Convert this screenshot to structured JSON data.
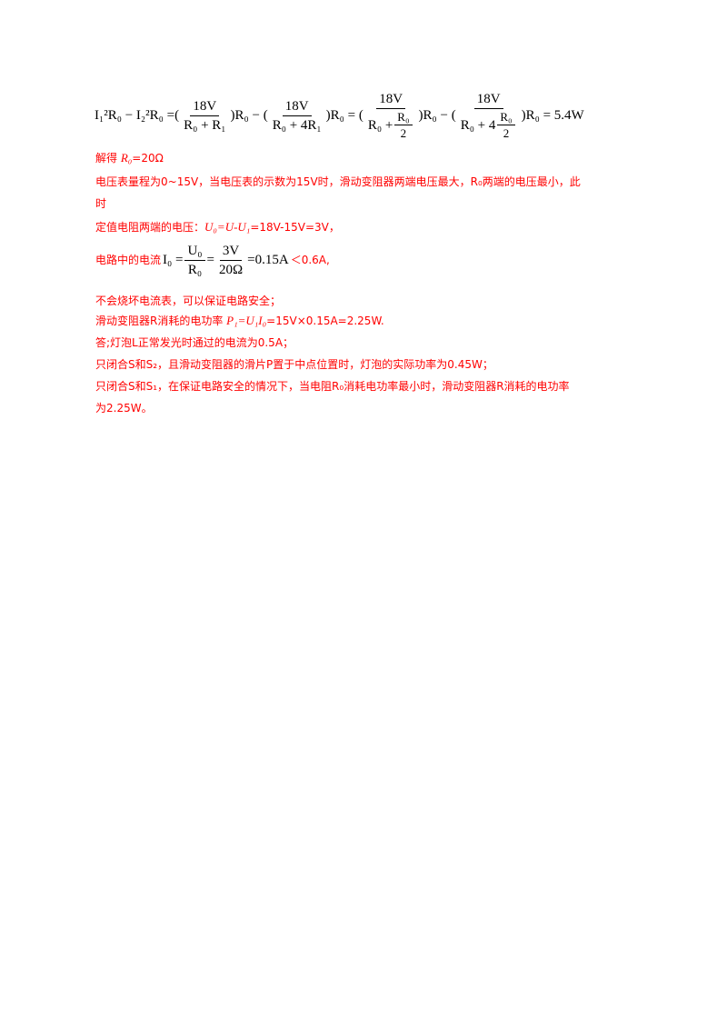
{
  "equation": {
    "lhs": "I₁²R₀ − I₂²R₀ =",
    "t1_num": "18V",
    "t1_den": "R₀ + R₁",
    "t1_tail": ")R₀ − (",
    "t2_num": "18V",
    "t2_den": "R₀ + 4R₁",
    "t2_tail": ")R₀ = (",
    "t3_num": "18V",
    "t3_den_pre": "R₀ +",
    "t3_inner_num": "R₀",
    "t3_inner_den": "2",
    "t3_tail": ")R₀ − (",
    "t4_num": "18V",
    "t4_den_pre": "R₀ + 4",
    "t4_inner_num": "R₀",
    "t4_inner_den": "2",
    "t4_tail": ")R₀ = 5.4W",
    "open": "("
  },
  "lines": {
    "l1_pre": "解得 ",
    "l1_var": "R₀",
    "l1_post": "=20Ω",
    "l2": "电压表量程为0~15V，当电压表的示数为15V时，滑动变阻器两端电压最大，R₀两端的电压最小，此",
    "l3": "时",
    "l4_pre": "定值电阻两端的电压：",
    "l4_formula": "U₀=U-U₁",
    "l4_post": "=18V-15V=3V，",
    "l5_pre": "电路中的电流",
    "l5_lhs": "I₀ =",
    "l5_f1_num": "U₀",
    "l5_f1_den": "R₀",
    "l5_eq": "=",
    "l5_f2_num": "3V",
    "l5_f2_den": "20Ω",
    "l5_rhs": "=0.15A",
    "l5_post": "＜0.6A,",
    "l6": "不会烧坏电流表，可以保证电路安全；",
    "l7_pre": "滑动变阻器R消耗的电功率 ",
    "l7_formula": "P₁=U₁I₀",
    "l7_post": "=15V×0.15A=2.25W.",
    "l8": "答;灯泡L正常发光时通过的电流为0.5A；",
    "l9": "只闭合S和S₂，且滑动变阻器的滑片P置于中点位置时，灯泡的实际功率为0.45W；",
    "l10": "只闭合S和S₁，在保证电路安全的情况下，当电阻R₀消耗电功率最小时，滑动变阻器R消耗的电功率",
    "l11": "为2.25W。"
  }
}
